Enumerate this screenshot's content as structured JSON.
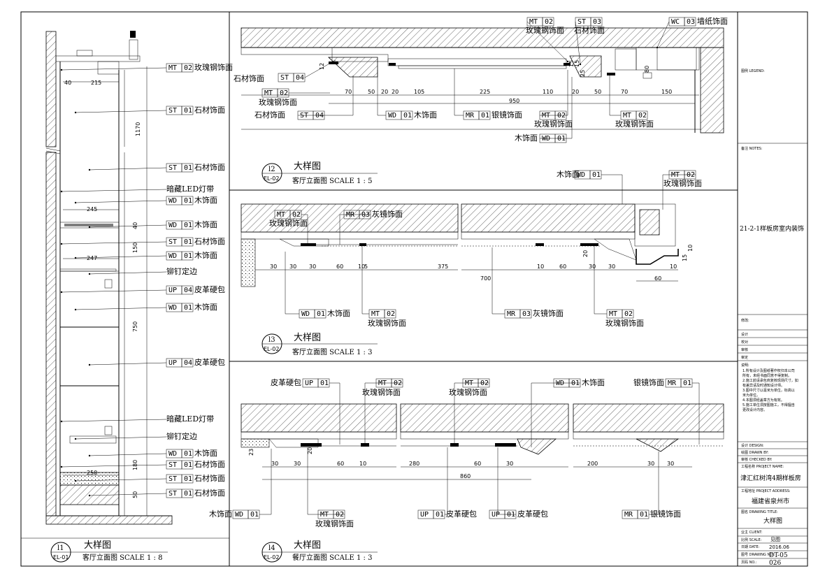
{
  "detail_l1": {
    "number": "l1",
    "ref": "EL-01",
    "title": "大样图",
    "subtitle": "客厅立面图  SCALE 1 : 8",
    "callouts": [
      {
        "code": "MT",
        "num": "02",
        "text": "玫瑰钢饰面"
      },
      {
        "code": "ST",
        "num": "01",
        "text": "石材饰面"
      },
      {
        "code": "ST",
        "num": "01",
        "text": "石材饰面"
      },
      {
        "code": "",
        "num": "",
        "text": "暗藏LED灯带"
      },
      {
        "code": "WD",
        "num": "01",
        "text": "木饰面"
      },
      {
        "code": "WD",
        "num": "01",
        "text": "木饰面"
      },
      {
        "code": "ST",
        "num": "01",
        "text": "石材饰面"
      },
      {
        "code": "WD",
        "num": "01",
        "text": "木饰面"
      },
      {
        "code": "",
        "num": "",
        "text": "铆钉定边"
      },
      {
        "code": "UP",
        "num": "04",
        "text": "皮革硬包"
      },
      {
        "code": "WD",
        "num": "01",
        "text": "木饰面"
      },
      {
        "code": "UP",
        "num": "04",
        "text": "皮革硬包"
      },
      {
        "code": "",
        "num": "",
        "text": "暗藏LED灯带"
      },
      {
        "code": "",
        "num": "",
        "text": "铆钉定边"
      },
      {
        "code": "WD",
        "num": "01",
        "text": "木饰面"
      },
      {
        "code": "ST",
        "num": "01",
        "text": "石材饰面"
      },
      {
        "code": "ST",
        "num": "01",
        "text": "石材饰面"
      },
      {
        "code": "ST",
        "num": "01",
        "text": "石材饰面"
      }
    ],
    "dims": [
      "40",
      "215",
      "1170",
      "245",
      "40",
      "150",
      "247",
      "750",
      "250",
      "180",
      "50"
    ]
  },
  "detail_l2": {
    "number": "l2",
    "ref": "EL-02",
    "title": "大样图",
    "subtitle": "客厅立面图  SCALE 1 : 5",
    "callouts_top": [
      {
        "code": "MT",
        "num": "02",
        "text": "玫瑰钢饰面"
      },
      {
        "code": "ST",
        "num": "03",
        "text": "石材饰面"
      },
      {
        "code": "WC",
        "num": "03",
        "text": "墙纸饰面"
      }
    ],
    "callouts_left": [
      {
        "code": "ST",
        "num": "04",
        "text": "石材饰面"
      },
      {
        "code": "MT",
        "num": "02",
        "text": "玫瑰钢饰面"
      }
    ],
    "callouts_bottom": [
      {
        "code": "ST",
        "num": "04",
        "text": "石材饰面"
      },
      {
        "code": "WD",
        "num": "01",
        "text": "木饰面"
      },
      {
        "code": "MR",
        "num": "01",
        "text": "银镜饰面"
      },
      {
        "code": "MT",
        "num": "02",
        "text": "玫瑰钢饰面"
      },
      {
        "code": "MT",
        "num": "02",
        "text": "玫瑰钢饰面"
      },
      {
        "code": "WD",
        "num": "01",
        "text": "木饰面"
      }
    ],
    "dims": [
      "70",
      "50",
      "20",
      "20",
      "105",
      "225",
      "110",
      "20",
      "50",
      "70",
      "150",
      "950",
      "80",
      "12",
      "15",
      "15",
      "25"
    ]
  },
  "detail_l3": {
    "number": "l3",
    "ref": "EL-02",
    "title": "大样图",
    "subtitle": "客厅立面图  SCALE 1 : 3",
    "callouts_top": [
      {
        "code": "MT",
        "num": "02",
        "text": "玫瑰钢饰面"
      },
      {
        "code": "MR",
        "num": "03",
        "text": "灰镜饰面"
      },
      {
        "code": "WD",
        "num": "01",
        "text": "木饰面"
      },
      {
        "code": "MT",
        "num": "02",
        "text": "玫瑰钢饰面"
      }
    ],
    "callouts_bottom": [
      {
        "code": "WD",
        "num": "01",
        "text": "木饰面"
      },
      {
        "code": "MT",
        "num": "02",
        "text": "玫瑰钢饰面"
      },
      {
        "code": "MR",
        "num": "03",
        "text": "灰镜饰面"
      },
      {
        "code": "MT",
        "num": "02",
        "text": "玫瑰钢饰面"
      }
    ],
    "dims": [
      "30",
      "30",
      "30",
      "60",
      "10",
      "5",
      "375",
      "700",
      "10",
      "60",
      "30",
      "30",
      "10",
      "60",
      "20",
      "15",
      "10"
    ]
  },
  "detail_l4": {
    "number": "l4",
    "ref": "EL-02",
    "title": "大样图",
    "subtitle": "餐厅立面图  SCALE 1 : 3",
    "callouts_top": [
      {
        "code": "UP",
        "num": "01",
        "text": "皮革硬包"
      },
      {
        "code": "MT",
        "num": "02",
        "text": "玫瑰钢饰面"
      },
      {
        "code": "MT",
        "num": "02",
        "text": "玫瑰钢饰面"
      },
      {
        "code": "WD",
        "num": "01",
        "text": "木饰面"
      },
      {
        "code": "MR",
        "num": "01",
        "text": "银镜饰面"
      }
    ],
    "callouts_bottom": [
      {
        "code": "WD",
        "num": "01",
        "text": "木饰面"
      },
      {
        "code": "MT",
        "num": "02",
        "text": "玫瑰钢饰面"
      },
      {
        "code": "UP",
        "num": "01",
        "text": "皮革硬包"
      },
      {
        "code": "UP",
        "num": "01",
        "text": "皮革硬包"
      },
      {
        "code": "MR",
        "num": "01",
        "text": "银镜饰面"
      }
    ],
    "dims": [
      "30",
      "30",
      "60",
      "10",
      "20",
      "23",
      "280",
      "60",
      "30",
      "860",
      "200",
      "30",
      "30"
    ]
  },
  "title_block": {
    "legend_label": "图例 LEGEND:",
    "notes_label": "备注 NOTES:",
    "project_vertical": "21-2-1样板房室内装饰",
    "revision_label": "修改:",
    "rev_rows": [
      "设计",
      "校对",
      "审核",
      "审定"
    ],
    "remarks_label": "说明:",
    "remarks": [
      "1.所有设计及图纸著作权归本公司",
      "所有，未经书面同意不得复制。",
      "2.施工前请承包商复核现场尺寸，如",
      "有差异请及时通知设计师。",
      "3.图中尺寸以毫米为单位，标高以",
      "米为单位。",
      "4.本图须经盖章方为有效。",
      "5.施工单位须按图施工，不得擅自",
      "更改设计内容。"
    ],
    "design_label": "设计 DESIGN:",
    "drawn_label": "绘图 DRAWN BY:",
    "check_label": "审核 CHECKED BY:",
    "project_name_label": "工程名称 PROJECT NAME:",
    "project_name": "津汇红树湾4期样板房",
    "address_label": "工程地址 PROJECT ADDRESS:",
    "address": "福建省泉州市",
    "drawing_title_label": "图名 DRAWING TITLE:",
    "drawing_title": "大样图",
    "client_label": "业主 CLIENT:",
    "scale_label": "比例 SCALE:",
    "scale": "见图",
    "date_label": "日期 DATE:",
    "date": "2016.06",
    "drawing_no_label": "图号 DRAWING NO.:",
    "drawing_no": "DT-05",
    "page_label": "页码 NO.:",
    "page": "026"
  }
}
